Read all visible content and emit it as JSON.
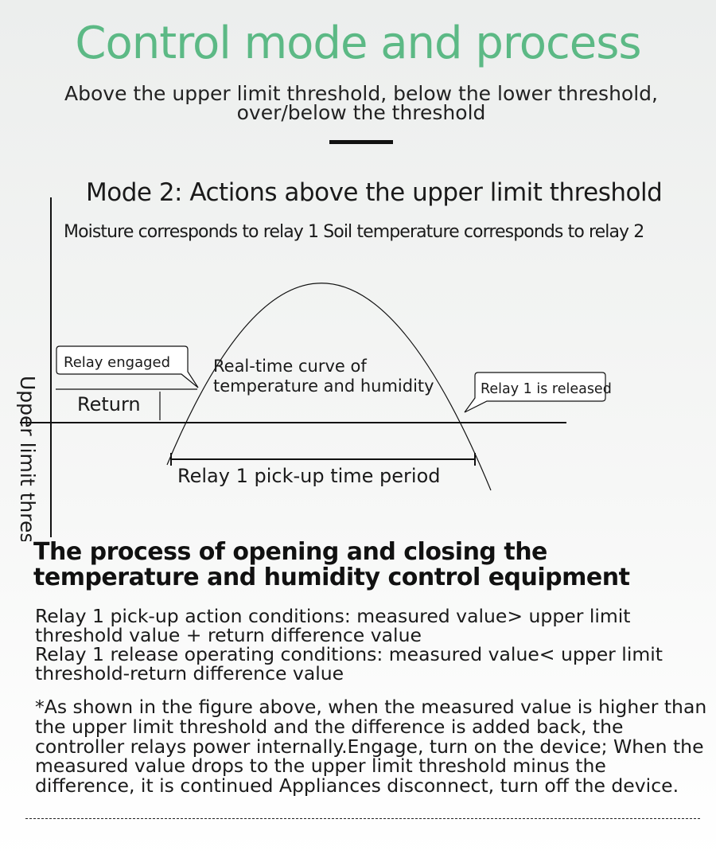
{
  "header": {
    "title": "Control mode and process",
    "subtitle": "Above the upper limit threshold, below the lower threshold, over/below the threshold"
  },
  "mode": {
    "title": "Mode 2: Actions above the upper limit threshold",
    "description": "Moisture corresponds to relay 1 Soil temperature corresponds to relay 2"
  },
  "diagram": {
    "y_axis_label": "Upper limit threshold",
    "callout_engaged": "Relay engaged",
    "callout_released": "Relay 1 is released",
    "curve_label_line1": "Real-time curve of",
    "curve_label_line2": "temperature and humidity",
    "return_label": "Return",
    "period_label": "Relay 1 pick-up time period"
  },
  "process": {
    "heading": "The process of opening and closing the temperature and humidity control equipment",
    "pickup_condition": "Relay 1 pick-up action conditions: measured value> upper limit threshold value + return difference value",
    "release_condition": "Relay 1 release operating conditions: measured value< upper limit threshold-return difference value",
    "note": "*As shown in the figure above, when the measured value is higher than the upper limit threshold and the difference is added back, the controller relays power internally.Engage, turn on the device; When the measured value drops to the upper limit threshold minus the difference, it is continued Appliances disconnect, turn off the device."
  },
  "colors": {
    "title_green": "#5cb985",
    "text_dark": "#1a1a1a"
  }
}
